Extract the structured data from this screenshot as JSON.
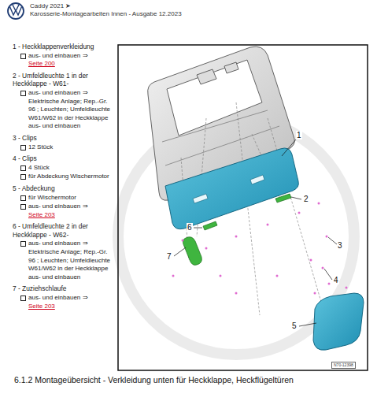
{
  "diagram": {
    "title": "6.1.2 Montageübersicht - Verkleidung unten für Heckklappe, Heckflügeltüren",
    "labels": [
      "Caddy 2021 ➤",
      "Karosserie-Montagearbeiten Innen - Ausgabe 12.2023",
      "1 - Heckklappenverkleidung",
      "aus- und einbauen ⇒",
      "Seite 200",
      "2 - Umfeldleuchte 1 in der Heckklappe - W61-",
      "aus- und einbauen ⇒ Elektrische Anlage; Rep.-Gr. 96 ; Leuchten; Umfeldleuchte W61/W62 in der Heckklappe aus- und einbauen",
      "3 - Clips",
      "12 Stück",
      "4 - Clips",
      "4 Stück",
      "für Abdeckung Wischermotor",
      "5 - Abdeckung",
      "für Wischermotor",
      "aus- und einbauen ⇒",
      "Seite 203",
      "6 - Umfeldleuchte 2 in der Heckklappe - W62-",
      "aus- und einbauen ⇒ Elektrische Anlage; Rep.-Gr. 96 ; Leuchten; Umfeldleuchte W61/W62 in der Heckklappe aus- und einbauen",
      "7 - Zuziehschlaufe",
      "aus- und einbauen ⇒",
      "Seite 203",
      "1",
      "2",
      "3",
      "4",
      "5",
      "6",
      "7",
      "N70-12398"
    ]
  }
}
